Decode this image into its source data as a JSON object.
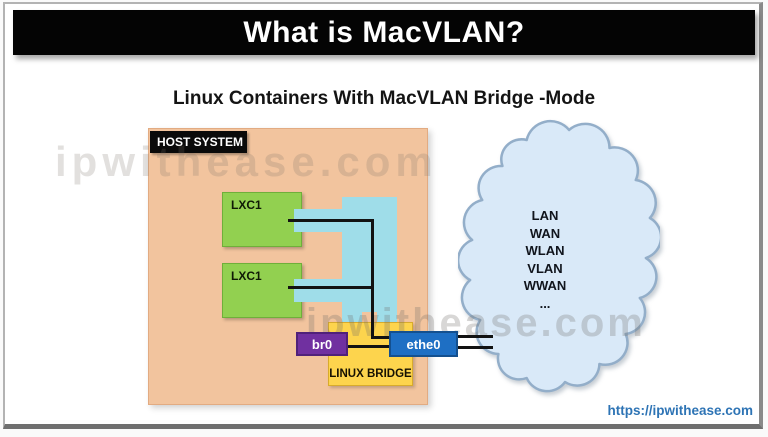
{
  "title": "What is MacVLAN?",
  "subtitle": "Linux Containers With MacVLAN Bridge -Mode",
  "watermarks": [
    "ipwithease.com",
    "ipwithease.com"
  ],
  "host": {
    "label": "HOST SYSTEM",
    "containers": [
      {
        "label": "LXC1"
      },
      {
        "label": "LXC1"
      }
    ]
  },
  "bridge": {
    "label": "LINUX BRIDGE",
    "br0_label": "br0",
    "eth_label": "ethe0"
  },
  "cloud": {
    "items": [
      "LAN",
      "WAN",
      "WLAN",
      "VLAN",
      "WWAN",
      "..."
    ]
  },
  "footer": {
    "url": "https://ipwithease.com"
  },
  "colors": {
    "banner_bg": "#040404",
    "host_fill": "#f2c49e",
    "container_fill": "#92d050",
    "macvlan_fill": "#9fdde9",
    "bridge_fill": "#fdd44d",
    "br0_fill": "#7030a0",
    "eth_fill": "#1e6fc4",
    "cloud_fill": "#d9e9f8",
    "cloud_stroke": "#93aec9",
    "link_color": "#2e74b5"
  }
}
